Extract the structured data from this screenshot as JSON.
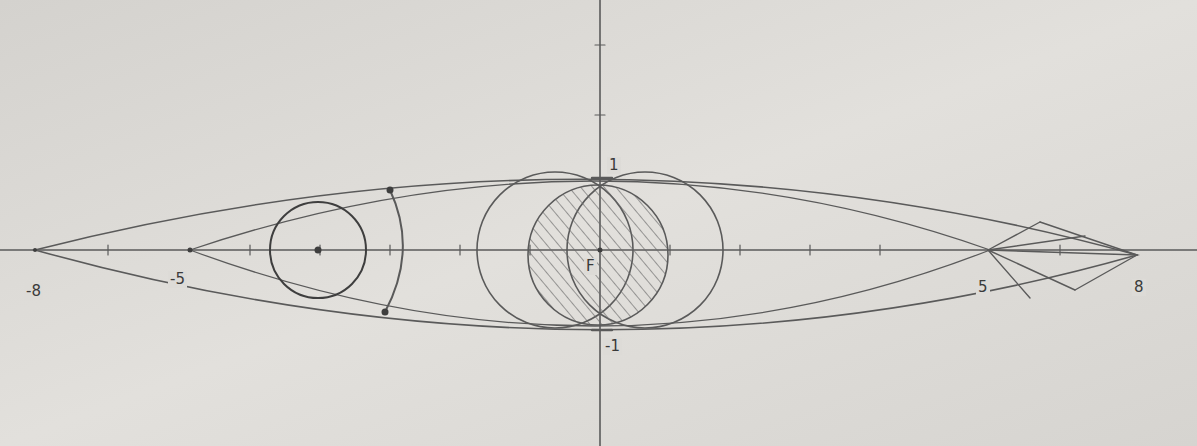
{
  "diagram": {
    "labels": [
      "1",
      "-8",
      "-5",
      "F",
      "5",
      "8",
      "-1"
    ]
  }
}
